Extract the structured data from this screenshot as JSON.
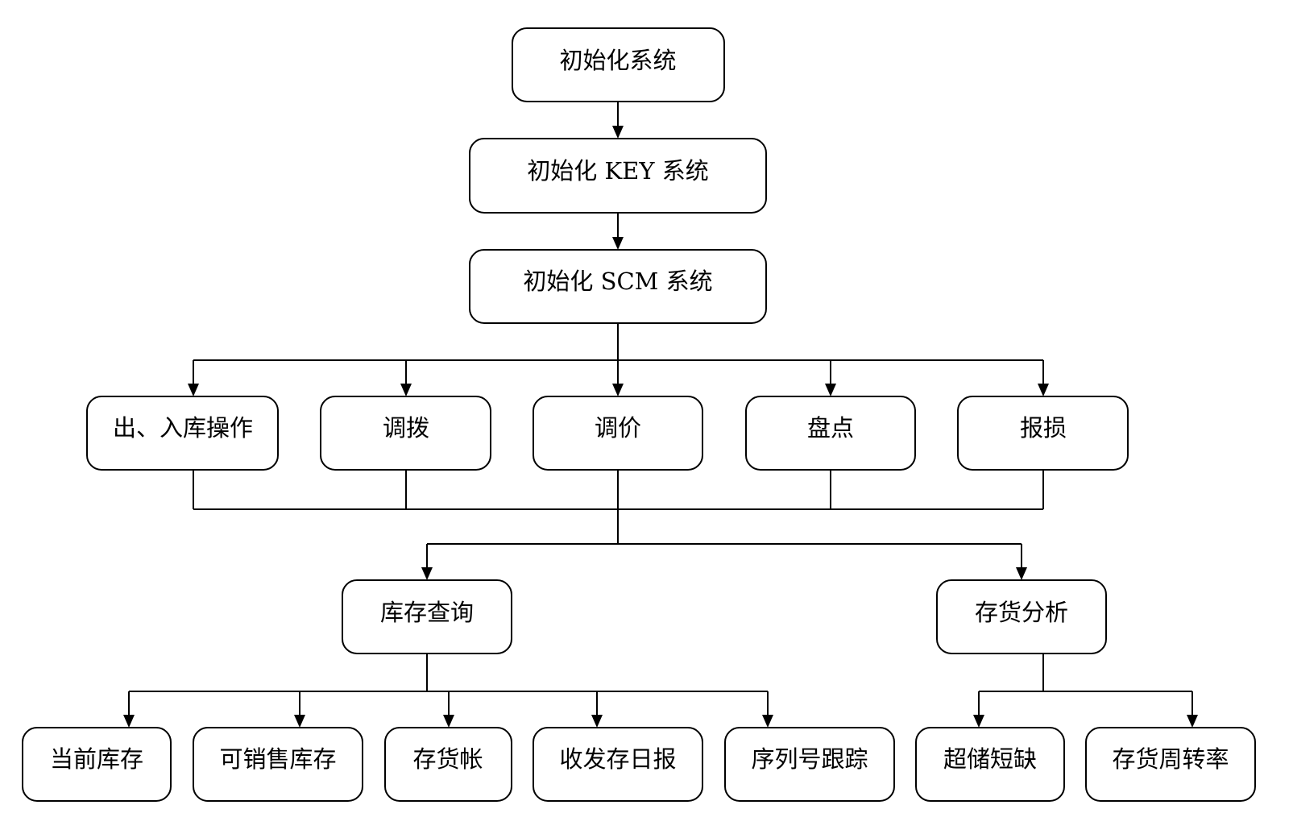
{
  "diagram": {
    "nodes": {
      "init_system": "初始化系统",
      "init_key": "初始化 KEY 系统",
      "init_scm": "初始化 SCM 系统",
      "in_out_stock": "出、入库操作",
      "transfer": "调拨",
      "price_adjust": "调价",
      "stocktake": "盘点",
      "write_off": "报损",
      "stock_query": "库存查询",
      "inventory_analysis": "存货分析",
      "current_stock": "当前库存",
      "sellable_stock": "可销售库存",
      "inventory_ledger": "存货帐",
      "daily_report": "收发存日报",
      "serial_tracking": "序列号跟踪",
      "over_short": "超储短缺",
      "turnover_rate": "存货周转率"
    },
    "edges": [
      [
        "init_system",
        "init_key"
      ],
      [
        "init_key",
        "init_scm"
      ],
      [
        "init_scm",
        "in_out_stock"
      ],
      [
        "init_scm",
        "transfer"
      ],
      [
        "init_scm",
        "price_adjust"
      ],
      [
        "init_scm",
        "stocktake"
      ],
      [
        "init_scm",
        "write_off"
      ],
      [
        "in_out_stock",
        "stock_query"
      ],
      [
        "transfer",
        "stock_query"
      ],
      [
        "price_adjust",
        "stock_query"
      ],
      [
        "stocktake",
        "stock_query"
      ],
      [
        "write_off",
        "stock_query"
      ],
      [
        "in_out_stock",
        "inventory_analysis"
      ],
      [
        "transfer",
        "inventory_analysis"
      ],
      [
        "price_adjust",
        "inventory_analysis"
      ],
      [
        "stocktake",
        "inventory_analysis"
      ],
      [
        "write_off",
        "inventory_analysis"
      ],
      [
        "stock_query",
        "current_stock"
      ],
      [
        "stock_query",
        "sellable_stock"
      ],
      [
        "stock_query",
        "inventory_ledger"
      ],
      [
        "stock_query",
        "daily_report"
      ],
      [
        "stock_query",
        "serial_tracking"
      ],
      [
        "inventory_analysis",
        "over_short"
      ],
      [
        "inventory_analysis",
        "turnover_rate"
      ]
    ]
  }
}
